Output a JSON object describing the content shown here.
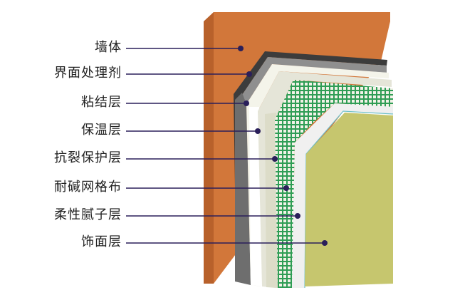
{
  "layers": [
    {
      "label": "墙体",
      "color": "#d2773a"
    },
    {
      "label": "界面处理剂",
      "color": "#4a4a4a"
    },
    {
      "label": "粘结层",
      "color": "#9a9a9a"
    },
    {
      "label": "保温层",
      "color": "#f2f2e4"
    },
    {
      "label": "抗裂保护层",
      "color": "#e7e7da"
    },
    {
      "label": "耐碱网格布",
      "color": "#2f9d55"
    },
    {
      "label": "柔性腻子层",
      "color": "#ededed"
    },
    {
      "label": "饰面层",
      "color": "#c6c66e"
    }
  ],
  "leader_color": "#2a1f5a"
}
